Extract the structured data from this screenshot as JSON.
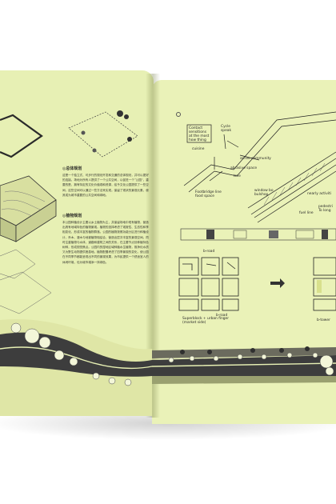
{
  "left_page": {
    "heading_1": "◎总体规划",
    "paragraph_1": "这是一个独立式、可步行的规划开发和交通的总体规划，并可以更好的连接。场地为所有人提供了一个公共空间，以促进一个“公园”，重要的是，拥有特定的文化价值观和资源，给予文化公园提供了一些空间，这些空间可以通过一些方法来实现。保留了现状的景观元素，使其成为城市重要的公共空间和绿地。",
    "heading_2": "◎植物规划",
    "paragraph_2": "本公园种植设计主要以乡土植物为主，并保留场地中现有植物，营造出具有地域特色的植物景观。植物的选择考虑了观赏性、生态性和季相变化，形成丰富的植物群落。公园的植物按照功能分区进行种植设计，乔木、灌木与地被植物相结合，营造出层次丰富的景观空间。同时注重植物与水体、道路和建筑之间的关系，在主要节点处种植特色树种，形成视觉焦点。公园内的湿地区域种植水生植物，既净化水质又为野生动物提供栖息地。植物配置考虑了四季景观的变化，使公园在不同季节都能呈现出不同的景观效果，为市民提供一个舒适宜人的休闲环境，也为城市增添一抹绿色。"
  },
  "right_page": {
    "notes": {
      "note_1": "Contact\nsensitions\nat the most\nhow thing",
      "note_2": "cuisine",
      "note_3": "Cycle\nspeak",
      "note_4": "arrive community",
      "note_5": "abrasive space",
      "note_6": "tree",
      "note_7": "Footbridge line\nfood space",
      "note_8": "window bo\nbulshop",
      "note_9": "nearly activiti",
      "note_10": "fuel line",
      "note_11": "pedestri\nTo long",
      "note_12": "Superblock + urban finger\n(market side)",
      "note_13": "b-road",
      "note_14": "b-road",
      "note_15": "b-tower"
    }
  },
  "colors": {
    "paper_left": "#e7f0b4",
    "paper_right": "#eaf2b8",
    "ink": "#2a2a2a",
    "river": "#3d3d3d"
  }
}
